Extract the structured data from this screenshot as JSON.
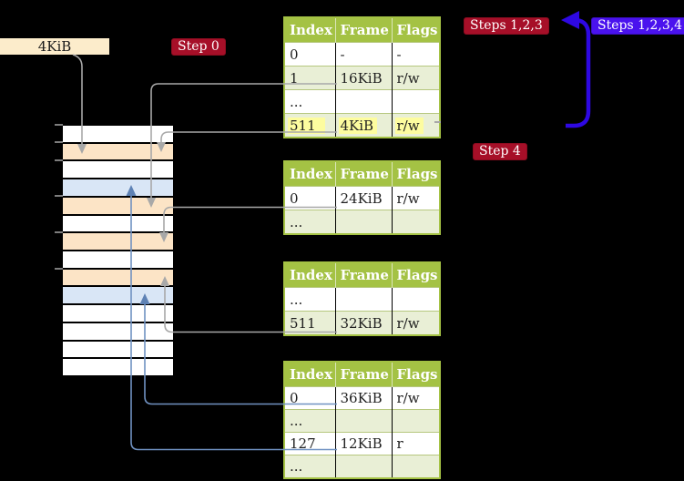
{
  "frame_label": "4KiB",
  "badges": {
    "step0": "Step 0",
    "steps123": "Steps 1,2,3",
    "steps1234": "Steps 1,2,3,4",
    "step4": "Step 4"
  },
  "columns": [
    "Index",
    "Frame",
    "Flags"
  ],
  "tables": [
    {
      "rows": [
        [
          "0",
          "-",
          "-"
        ],
        [
          "1",
          "16KiB",
          "r/w"
        ],
        [
          "...",
          "",
          ""
        ],
        [
          "511",
          "4KiB",
          "r/w"
        ]
      ],
      "highlighted_row_index": "511"
    },
    {
      "rows": [
        [
          "0",
          "24KiB",
          "r/w"
        ],
        [
          "...",
          "",
          ""
        ]
      ]
    },
    {
      "rows": [
        [
          "...",
          "",
          ""
        ],
        [
          "511",
          "32KiB",
          "r/w"
        ]
      ]
    },
    {
      "rows": [
        [
          "0",
          "36KiB",
          "r/w"
        ],
        [
          "...",
          "",
          ""
        ],
        [
          "127",
          "12KiB",
          "r"
        ],
        [
          "...",
          "",
          ""
        ]
      ]
    }
  ],
  "memory": {
    "frames": [
      "empty",
      "page-table",
      "empty",
      "mapped-page",
      "page-table",
      "empty",
      "page-table",
      "empty",
      "page-table",
      "mapped-page",
      "empty",
      "empty",
      "empty",
      "empty"
    ]
  },
  "colors": {
    "background": "#000000",
    "table_header_green": "#a4c244",
    "table_row_green": "#e9efd6",
    "highlight_yellow": "#fdfc9f",
    "frame_label_tan": "#fceccb",
    "memory_page_table_orange": "#fce4c6",
    "memory_mapped_page_blue": "#d9e6f6",
    "badge_crimson": "#a60f28",
    "badge_blueviolet": "#4a12ee",
    "wire_gray": "#a8a8a8",
    "wire_steelblue": "#7092c2",
    "wire_bold_blue": "#2e08e2"
  }
}
